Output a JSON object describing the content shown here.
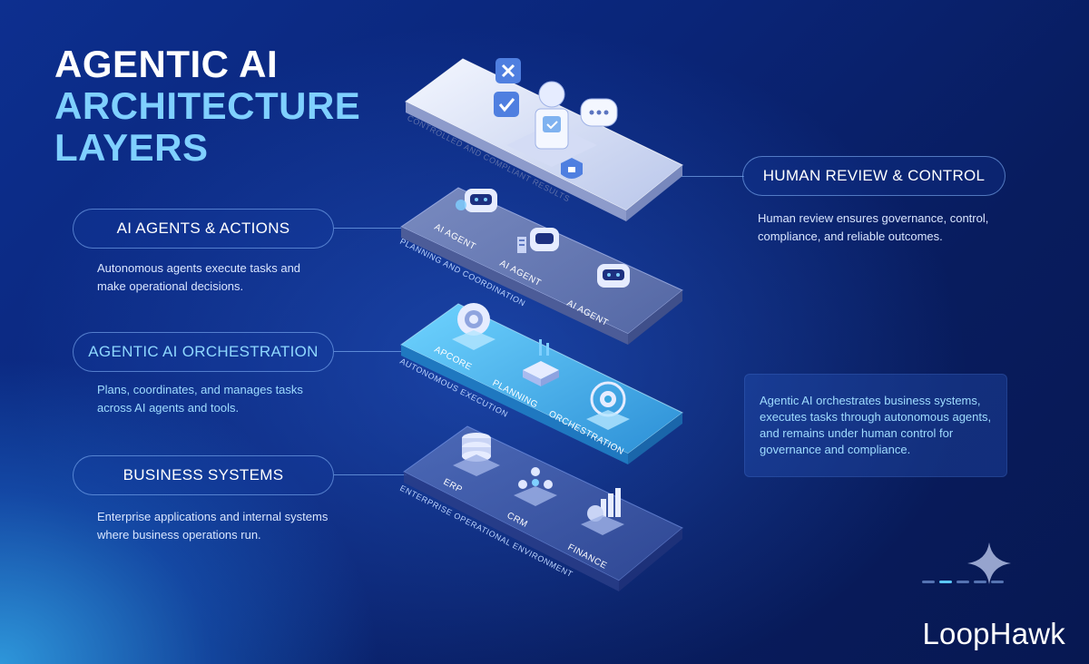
{
  "title": {
    "line1": "AGENTIC AI",
    "line2": "ARCHITECTURE",
    "line3": "LAYERS"
  },
  "layers": {
    "human": {
      "pill": "HUMAN REVIEW & CONTROL",
      "desc_line1": "Human review ensures governance, control,",
      "desc_line2": "compliance, and reliable outcomes.",
      "platform_label": "CONTROLLED AND COMPLIANT RESULTS"
    },
    "agents": {
      "pill": "AI AGENTS & ACTIONS",
      "desc_line1": "Autonomous agents execute tasks and",
      "desc_line2": "make operational decisions.",
      "platform_label": "PLANNING AND COORDINATION",
      "items": [
        "AI AGENT",
        "AI AGENT",
        "AI AGENT"
      ]
    },
    "orchestration": {
      "pill": "AGENTIC AI ORCHESTRATION",
      "desc_line1": "Plans, coordinates, and manages tasks",
      "desc_line2": "across AI agents and tools.",
      "platform_label": "AUTONOMOUS EXECUTION",
      "items": [
        "APCORE",
        "PLANNING",
        "ORCHESTRATION"
      ]
    },
    "business": {
      "pill": "BUSINESS SYSTEMS",
      "desc_line1": "Enterprise applications and internal systems",
      "desc_line2": "where business operations run.",
      "platform_label": "ENTERPRISE OPERATIONAL ENVIRONMENT",
      "items": [
        "ERP",
        "CRM",
        "FINANCE"
      ]
    }
  },
  "summary": {
    "line1": "Agentic AI orchestrates business systems,",
    "line2": "executes tasks through autonomous agents,",
    "line3": "and remains under human control for",
    "line4": "governance and compliance."
  },
  "brand": "LoopHawk",
  "colors": {
    "accent_cyan": "#7fd0ff",
    "background_dark": "#081c5e",
    "background_light": "#34aaeb",
    "orchestration_layer": "#3aa8e0"
  },
  "icons": [
    "close-icon",
    "check-icon",
    "person-shield-icon",
    "chat-bubble-icon",
    "robot-icon",
    "checklist-icon",
    "gear-icon",
    "server-chip-icon",
    "database-icon",
    "people-network-icon",
    "bar-chart-icon",
    "sparkle-icon"
  ]
}
